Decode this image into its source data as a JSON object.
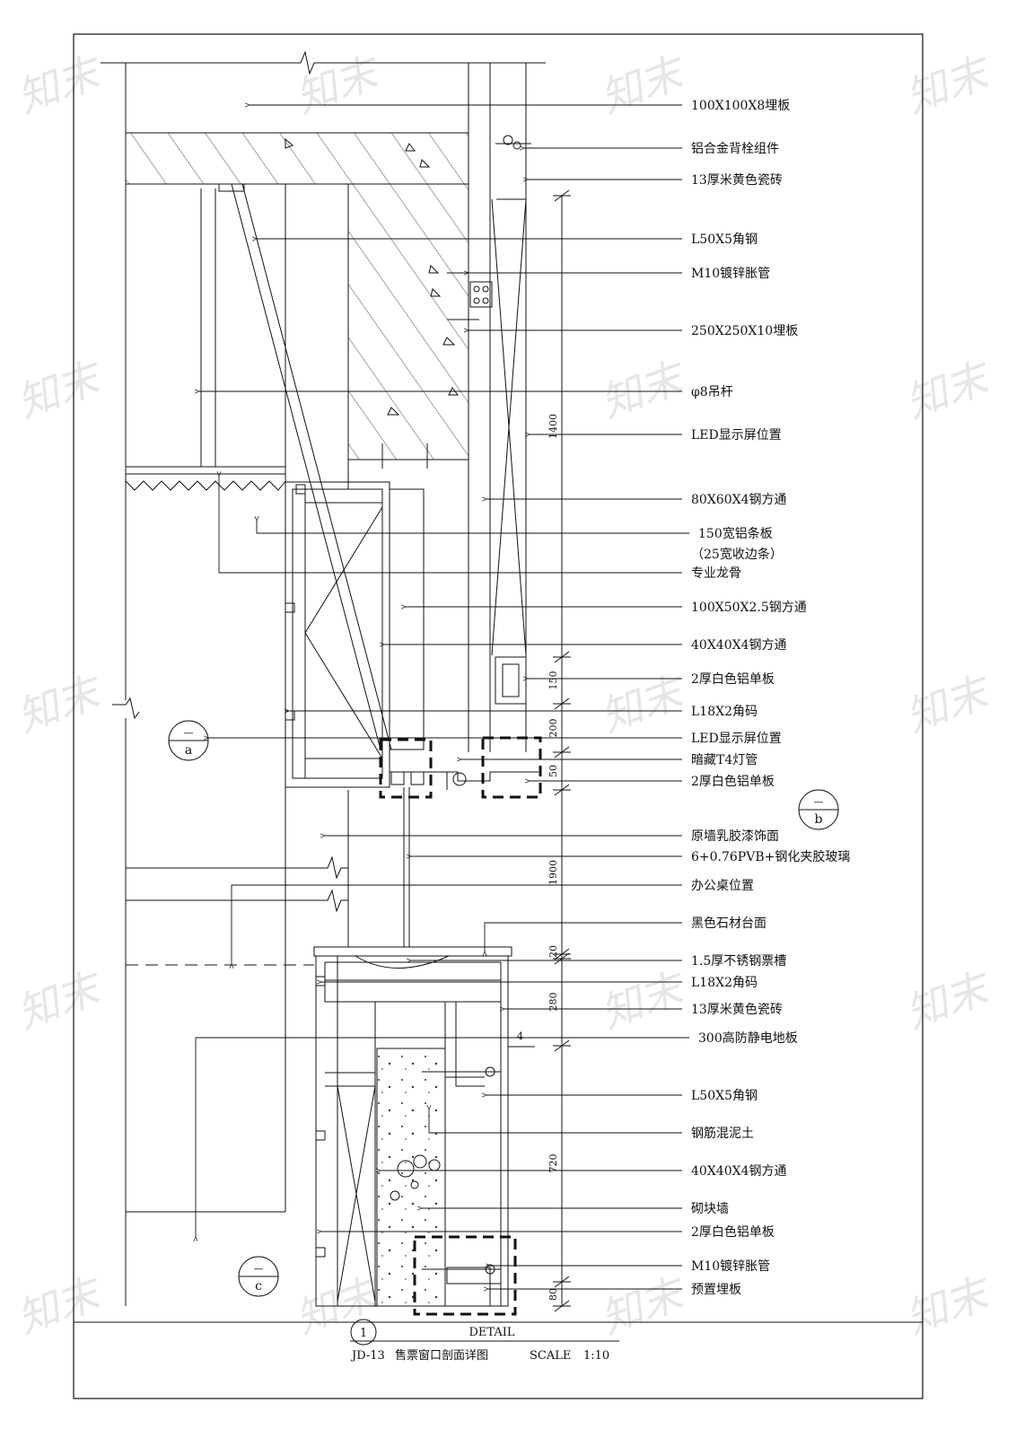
{
  "watermark": "知末",
  "labels": [
    "100X100X8埋板",
    "铝合金背栓组件",
    "13厚米黄色瓷砖",
    "L50X5角钢",
    "M10镀锌胀管",
    "250X250X10埋板",
    "φ8吊杆",
    "LED显示屏位置",
    "80X60X4钢方通",
    "150宽铝条板",
    "（25宽收边条）",
    "专业龙骨",
    "100X50X2.5钢方通",
    "40X40X4钢方通",
    "2厚白色铝单板",
    "L18X2角码",
    "LED显示屏位置",
    "暗藏T4灯管",
    "2厚白色铝单板",
    "原墙乳胶漆饰面",
    "6+0.76PVB+钢化夹胶玻璃",
    "办公桌位置",
    "黑色石材台面",
    "1.5厚不锈钢票槽",
    "L18X2角码",
    "13厚米黄色瓷砖",
    "300高防静电地板",
    "L50X5角钢",
    "钢筋混泥土",
    "40X40X4钢方通",
    "砌块墙",
    "2厚白色铝单板",
    "M10镀锌胀管",
    "预置埋板"
  ],
  "dimensions": [
    "1400",
    "150",
    "200",
    "50",
    "1900",
    "20",
    "280",
    "4",
    "720",
    "80"
  ],
  "bubbles": [
    {
      "top": "—",
      "bottom": "a"
    },
    {
      "top": "—",
      "bottom": "b"
    },
    {
      "top": "—",
      "bottom": "c"
    }
  ],
  "title": {
    "number": "1",
    "detail": "DETAIL",
    "sheet": "JD-13",
    "name": "售票窗口剖面详图",
    "scale_label": "SCALE",
    "scale": "1:10"
  }
}
